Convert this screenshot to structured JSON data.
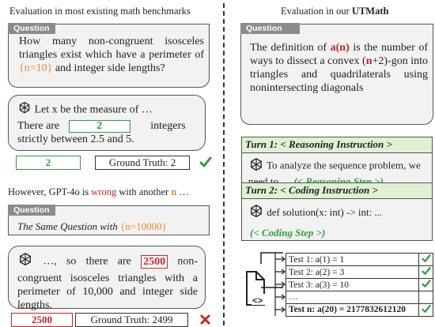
{
  "left": {
    "heading": "Evaluation in most existing math benchmarks",
    "question_tag": "Question",
    "question_pre": "How many non-congruent isosceles triangles exist which have a perimeter of",
    "question_param": "{n=10}",
    "question_post": "and integer side lengths?",
    "response1_a": "Let x be the measure of …",
    "response1_b": "There are",
    "response1_value": "2",
    "response1_c": "integers",
    "response1_d": "strictly between 2.5 and 5.",
    "answer1": "2",
    "ground_truth1": "Ground Truth: 2",
    "however_a": "However, GPT-4o is",
    "however_wrong": "wrong",
    "however_b": "with another",
    "however_n": "n",
    "however_c": "…",
    "question2_tag": "Question",
    "question2_pre": "The Same Question with",
    "question2_param": "{n=10000}",
    "response2_a": "…, so there are",
    "response2_value": "2500",
    "response2_b": "non-congruent isosceles triangles with a perimeter of 10,000 and integer side lengths.",
    "answer2": "2500",
    "ground_truth2": "Ground Truth: 2499"
  },
  "right": {
    "heading_pre": "Evaluation in our",
    "heading_bold": "UTMath",
    "question_tag": "Question",
    "q_a": "The definition of",
    "q_an": "a(n)",
    "q_b": "is the number of ways to dissect a convex",
    "q_n": "n",
    "q_c": "+2)-gon into triangles and quadrilaterals using nonintersecting diagonals",
    "q_paren": "(",
    "turn1": "Turn 1: < Reasoning Instruction >",
    "turn1_a": "To analyze the sequence problem, we need to …",
    "turn1_step": "(< Reasoning Step >)",
    "turn2": "Turn 2: < Coding Instruction >",
    "turn2_code": "def solution(x: int) -> int: ...",
    "turn2_step": "(< Coding Step >)",
    "tests": [
      {
        "label": "Test 1: a(1) = 1",
        "bold": false,
        "check": true
      },
      {
        "label": "Test 2: a(2) = 3",
        "bold": false,
        "check": true
      },
      {
        "label": "Test 3: a(3) = 10",
        "bold": false,
        "check": true
      },
      {
        "label": "…",
        "bold": false,
        "check": false
      },
      {
        "label": "Test n: a(20) = 2177832612120",
        "bold": true,
        "check": true
      }
    ],
    "file_icon_glyph": "<>"
  },
  "colors": {
    "green": "#2f9e3f",
    "red": "#d21f1f",
    "orange": "#e8892b",
    "tag_gray": "#8b8b8b",
    "box_bg": "#f2f2f2",
    "turn_bg": "#dff0d3"
  },
  "icons": [
    "openai-logo-icon",
    "check-icon",
    "cross-icon",
    "code-file-icon"
  ]
}
